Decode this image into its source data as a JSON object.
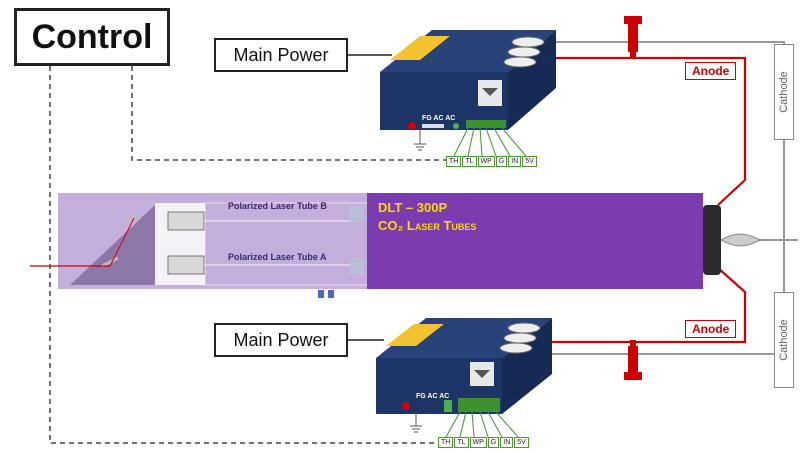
{
  "control": {
    "label": "Control"
  },
  "power_supplies": [
    {
      "label": "Main Power",
      "connector_header": "FG AC AC",
      "terminals": [
        "TH",
        "TL",
        "WP",
        "G",
        "IN",
        "5V"
      ],
      "anode_label": "Anode",
      "cathode_label": "Cathode"
    },
    {
      "label": "Main Power",
      "connector_header": "FG AC AC",
      "terminals": [
        "TH",
        "TL",
        "WP",
        "G",
        "IN",
        "5V"
      ],
      "anode_label": "Anode",
      "cathode_label": "Cathode"
    }
  ],
  "laser_tube": {
    "model": "DLT – 300P",
    "title": "CO₂ Laser Tubes",
    "tube_b_label": "Polarized Laser Tube B",
    "tube_a_label": "Polarized Laser Tube A"
  },
  "colors": {
    "psu_body": "#1d3566",
    "tube_purple": "#7b3cb0",
    "tube_lavender": "#c4aedb",
    "anode_wire": "#cc0000",
    "cathode_wire": "#999999",
    "terminal_green": "#4a9a30"
  }
}
